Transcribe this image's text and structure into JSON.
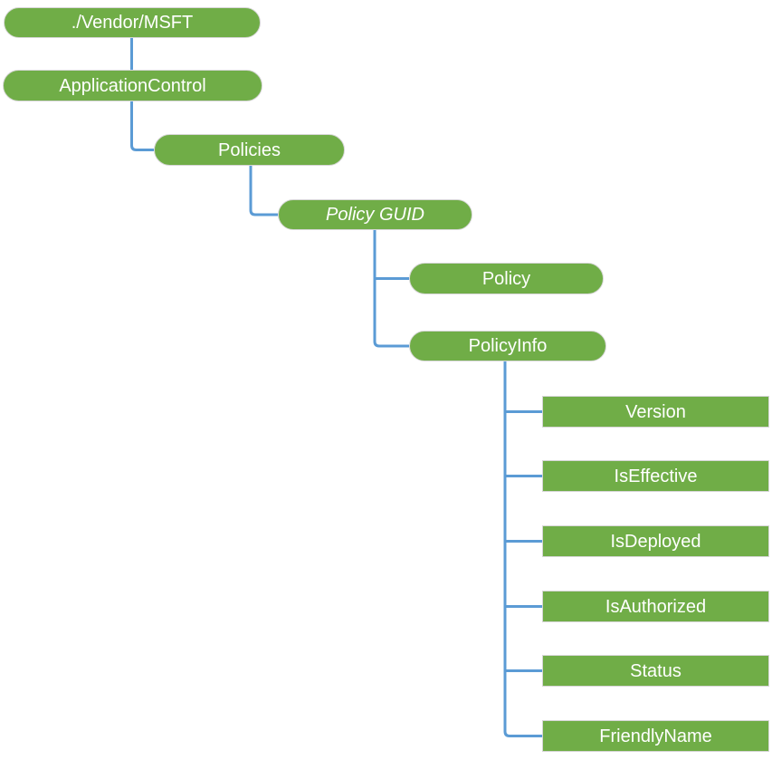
{
  "colors": {
    "background": "#ffffff",
    "node_fill": "#70ad47",
    "node_border": "#d6d6d6",
    "node_text": "#ffffff",
    "connector": "#5b9bd5"
  },
  "diagram": {
    "type": "tree",
    "nodes": [
      {
        "id": "vendor-msft",
        "label": "./Vendor/MSFT",
        "shape": "rounded",
        "italic": false,
        "parent": null
      },
      {
        "id": "application-control",
        "label": "ApplicationControl",
        "shape": "rounded",
        "italic": false,
        "parent": "vendor-msft"
      },
      {
        "id": "policies",
        "label": "Policies",
        "shape": "rounded",
        "italic": false,
        "parent": "application-control"
      },
      {
        "id": "policy-guid",
        "label": "Policy GUID",
        "shape": "rounded",
        "italic": true,
        "parent": "policies"
      },
      {
        "id": "policy",
        "label": "Policy",
        "shape": "rounded",
        "italic": false,
        "parent": "policy-guid"
      },
      {
        "id": "policy-info",
        "label": "PolicyInfo",
        "shape": "rounded",
        "italic": false,
        "parent": "policy-guid"
      },
      {
        "id": "version",
        "label": "Version",
        "shape": "rectangle",
        "italic": false,
        "parent": "policy-info"
      },
      {
        "id": "is-effective",
        "label": "IsEffective",
        "shape": "rectangle",
        "italic": false,
        "parent": "policy-info"
      },
      {
        "id": "is-deployed",
        "label": "IsDeployed",
        "shape": "rectangle",
        "italic": false,
        "parent": "policy-info"
      },
      {
        "id": "is-authorized",
        "label": "IsAuthorized",
        "shape": "rectangle",
        "italic": false,
        "parent": "policy-info"
      },
      {
        "id": "status",
        "label": "Status",
        "shape": "rectangle",
        "italic": false,
        "parent": "policy-info"
      },
      {
        "id": "friendly-name",
        "label": "FriendlyName",
        "shape": "rectangle",
        "italic": false,
        "parent": "policy-info"
      }
    ]
  }
}
